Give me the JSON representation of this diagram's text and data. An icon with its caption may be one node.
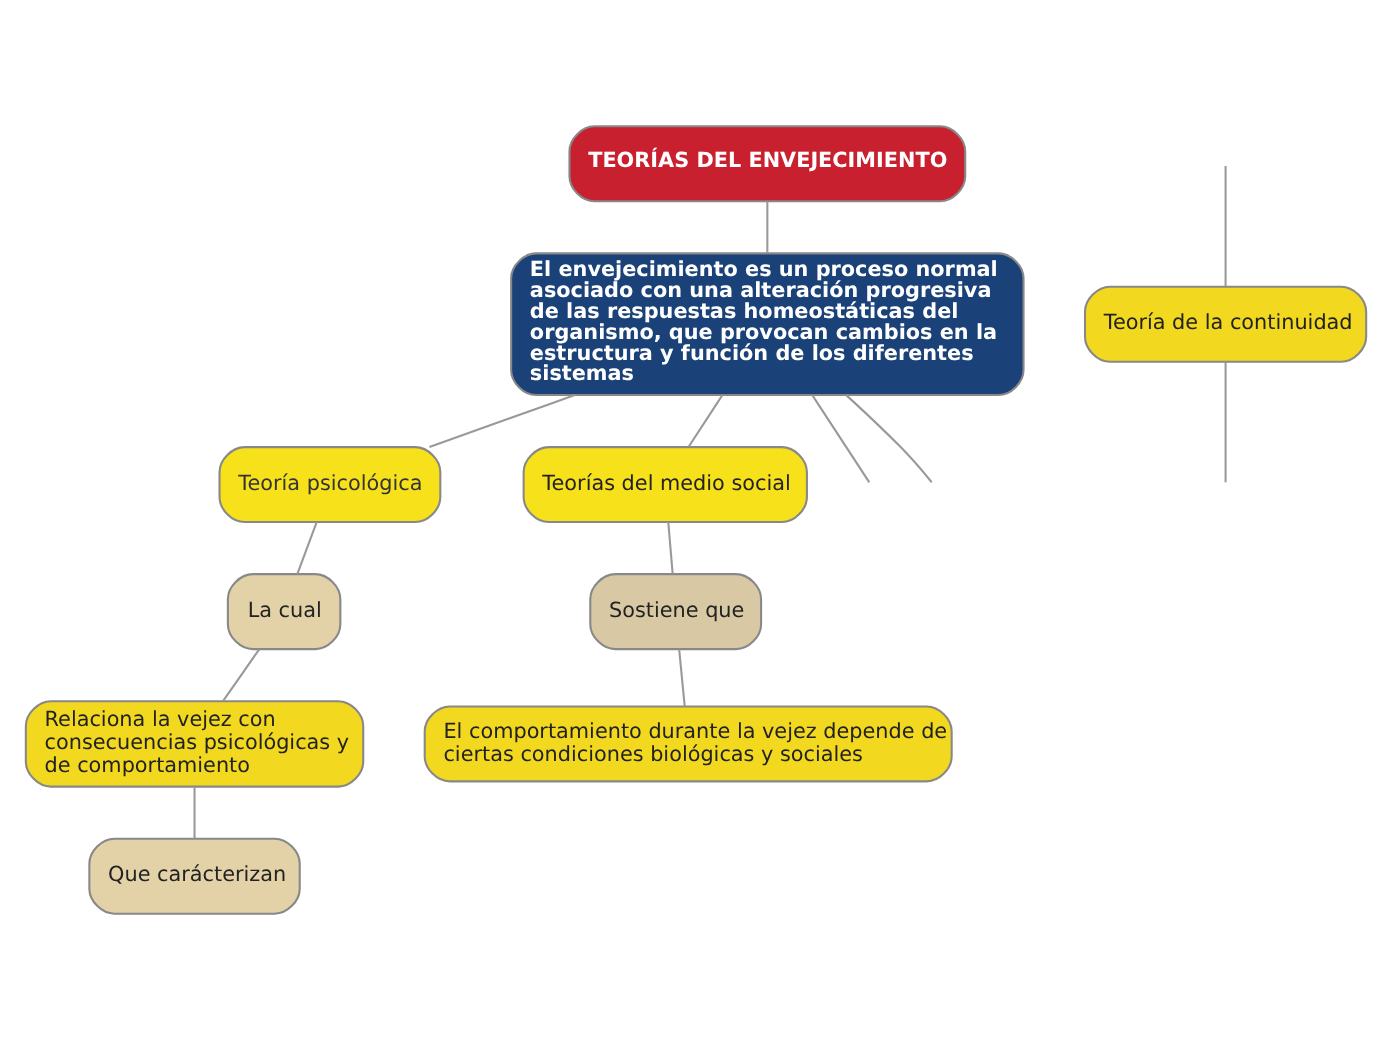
{
  "diagram": {
    "nodes": [
      {
        "text": [
          "TEORÍAS DEL ENVEJECIMIENTO"
        ]
      },
      {
        "text": [
          "El envejecimiento es un proceso normal asociado con una alteración progresiva de las respuestas homeostáticas del organismo, que provocan cambios en la estructura y función de los diferentes sistemas"
        ]
      },
      {
        "text": [
          "Teoría psicológica"
        ]
      },
      {
        "text": [
          "La cual"
        ]
      },
      {
        "text": [
          "Relaciona la vejez con consecuencias psicológicas y de comportamiento"
        ]
      },
      {
        "text": [
          "Que carácterizan"
        ]
      },
      {
        "text": [
          "Teorías del medio social"
        ]
      },
      {
        "text": [
          "Sostiene que"
        ]
      },
      {
        "text": [
          "El comportamiento durante la vejez depende de ciertas condiciones biológicas y sociales"
        ]
      },
      {
        "text": [
          "Teoría de la continuidad"
        ]
      }
    ],
    "edges": [
      {
        "from": 0,
        "to": 1,
        "arrow": "none"
      },
      {
        "from": 1,
        "to": null,
        "arrow": "none"
      },
      {
        "from": 1,
        "to": 2,
        "arrow": "none"
      },
      {
        "from": 1,
        "to": 6,
        "arrow": "none"
      },
      {
        "from": 1,
        "to": null,
        "arrow": "none"
      },
      {
        "from": 2,
        "to": 3,
        "arrow": "none"
      },
      {
        "from": 3,
        "to": 4,
        "arrow": "none"
      },
      {
        "from": 4,
        "to": 5,
        "arrow": "none"
      },
      {
        "from": 6,
        "to": 7,
        "arrow": "none"
      },
      {
        "from": 7,
        "to": 8,
        "arrow": "none"
      },
      {
        "from": null,
        "to": 9,
        "arrow": "none"
      },
      {
        "from": 9,
        "to": null,
        "arrow": "none"
      }
    ]
  }
}
